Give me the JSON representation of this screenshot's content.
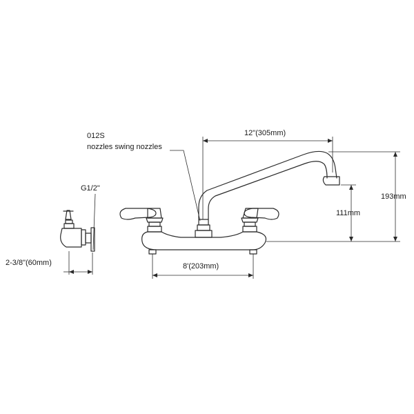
{
  "model": {
    "code": "012S",
    "nozzle_label": "nozzles swing nozzles"
  },
  "dimensions": {
    "spout_reach": "12\"(305mm)",
    "overall_height": "193mm",
    "spout_height": "111mm",
    "center_spacing": "8'(203mm)",
    "side_depth": "2-3/8\"(60mm)",
    "thread": "G1/2\""
  }
}
